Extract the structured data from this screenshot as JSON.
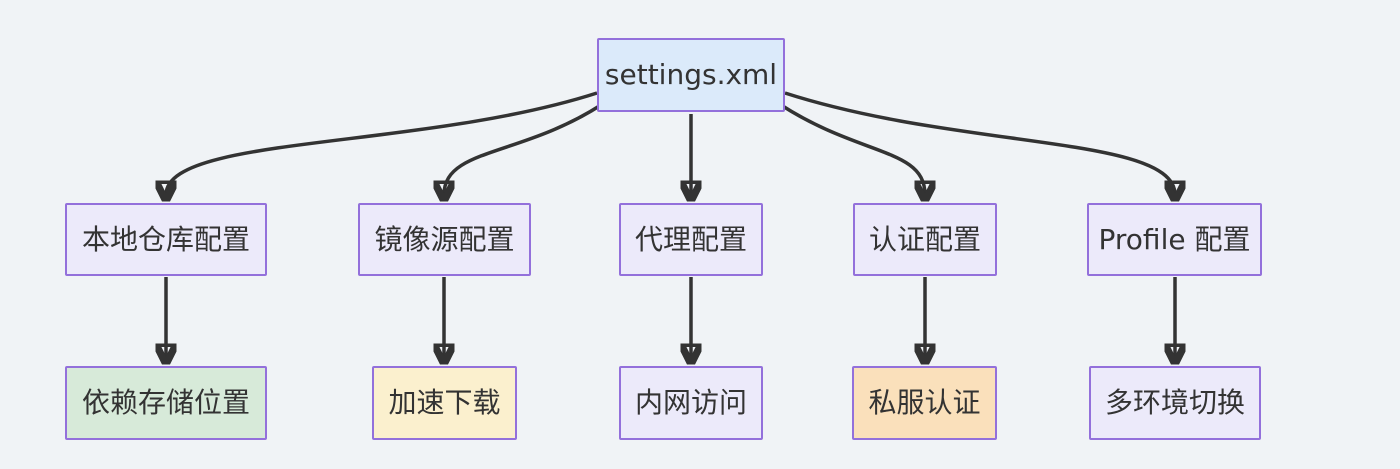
{
  "diagram": {
    "type": "flowchart",
    "root": {
      "label": "settings.xml"
    },
    "branches": [
      {
        "config": {
          "label": "本地仓库配置"
        },
        "purpose": {
          "label": "依赖存储位置",
          "highlight": "green"
        }
      },
      {
        "config": {
          "label": "镜像源配置"
        },
        "purpose": {
          "label": "加速下载",
          "highlight": "yellow"
        }
      },
      {
        "config": {
          "label": "代理配置"
        },
        "purpose": {
          "label": "内网访问",
          "highlight": "none"
        }
      },
      {
        "config": {
          "label": "认证配置"
        },
        "purpose": {
          "label": "私服认证",
          "highlight": "orange"
        }
      },
      {
        "config": {
          "label": "Profile 配置"
        },
        "purpose": {
          "label": "多环境切换",
          "highlight": "none"
        }
      }
    ],
    "colors": {
      "background": "#f0f3f6",
      "node_border": "#9370db",
      "root_fill": "#dbeafa",
      "default_fill": "#eceafa",
      "green_fill": "#d7ead9",
      "yellow_fill": "#fbf0ce",
      "orange_fill": "#fae0bb",
      "edge": "#333333",
      "text": "#333333"
    }
  }
}
